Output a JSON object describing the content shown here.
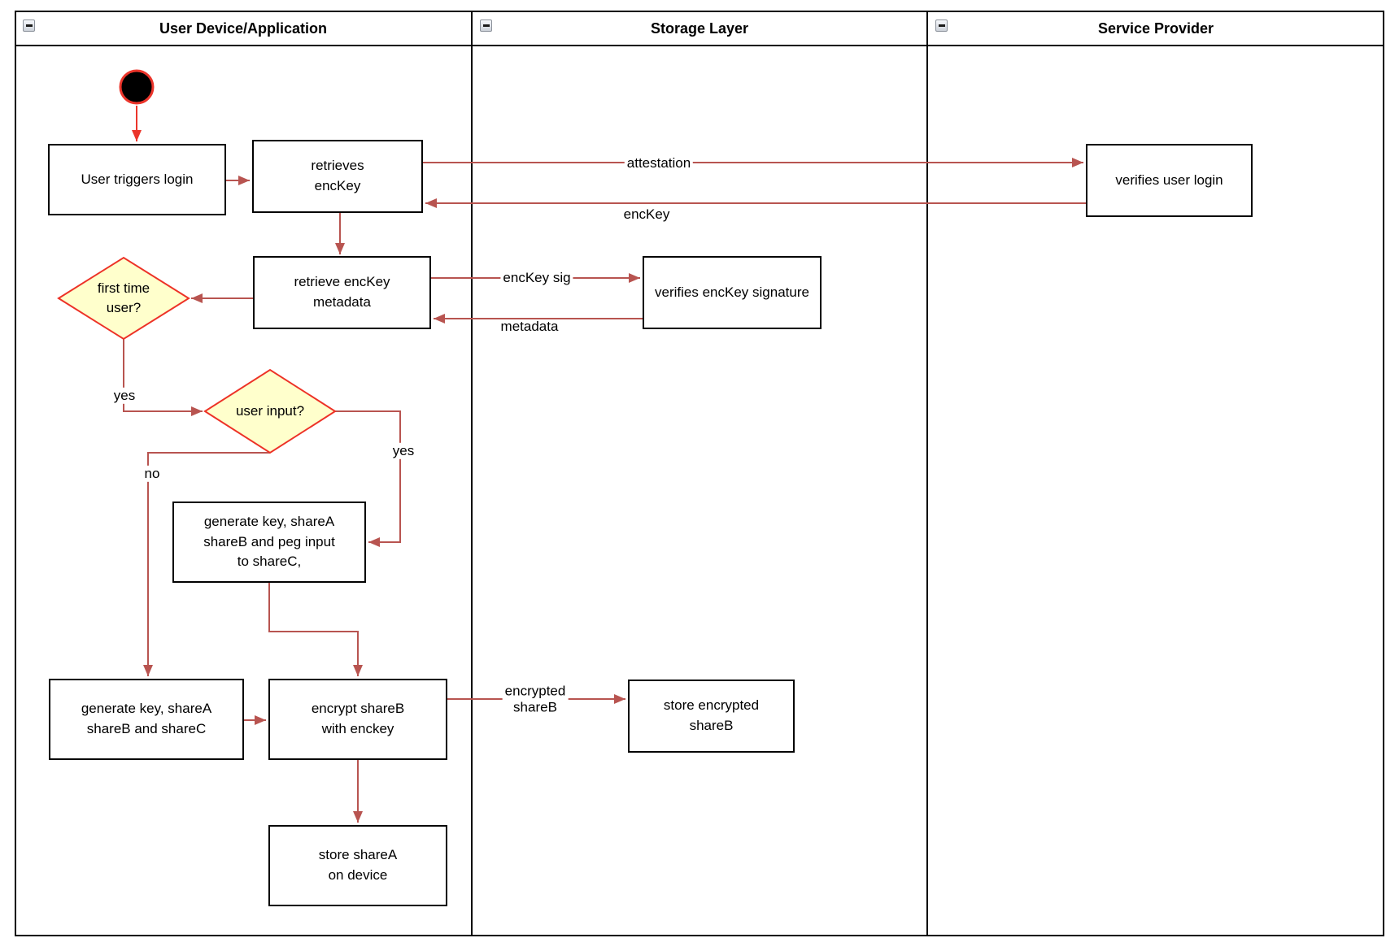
{
  "lanes": [
    {
      "title": "User Device/Application"
    },
    {
      "title": "Storage Layer"
    },
    {
      "title": "Service Provider"
    }
  ],
  "icons": {
    "collapse": "minus-in-square"
  },
  "nodes": {
    "start": {
      "type": "initial-state"
    },
    "user_triggers_login": {
      "label": "User triggers login"
    },
    "retrieves_enckey": {
      "label": "retrieves\nencKey"
    },
    "retrieve_enckey_metadata": {
      "label": "retrieve encKey\nmetadata"
    },
    "first_time_user": {
      "label": "first time\nuser?"
    },
    "user_input": {
      "label": "user input?"
    },
    "generate_key_peg_input": {
      "label": "generate key, shareA\nshareB and peg input\nto shareC,"
    },
    "generate_key_sharec": {
      "label": "generate key, shareA\nshareB and shareC"
    },
    "encrypt_shareb": {
      "label": "encrypt shareB\nwith enckey"
    },
    "store_sharea": {
      "label": "store shareA\non device"
    },
    "verifies_enckey_signature": {
      "label": "verifies encKey signature"
    },
    "store_encrypted_shareb": {
      "label": "store encrypted\nshareB"
    },
    "verifies_user_login": {
      "label": "verifies user login"
    }
  },
  "edge_labels": {
    "attestation": "attestation",
    "enckey": "encKey",
    "enckey_sig": "encKey sig",
    "metadata": "metadata",
    "yes_first_time": "yes",
    "yes_user_input": "yes",
    "no_user_input": "no",
    "encrypted_shareb": "encrypted\nshareB"
  },
  "colors": {
    "arrow": "#B85450",
    "accent_red": "#EB352B",
    "diamond_fill": "#FFFFCC",
    "diamond_stroke": "#ED3227",
    "node_border": "#000000",
    "node_fill": "#FFFFFF"
  }
}
